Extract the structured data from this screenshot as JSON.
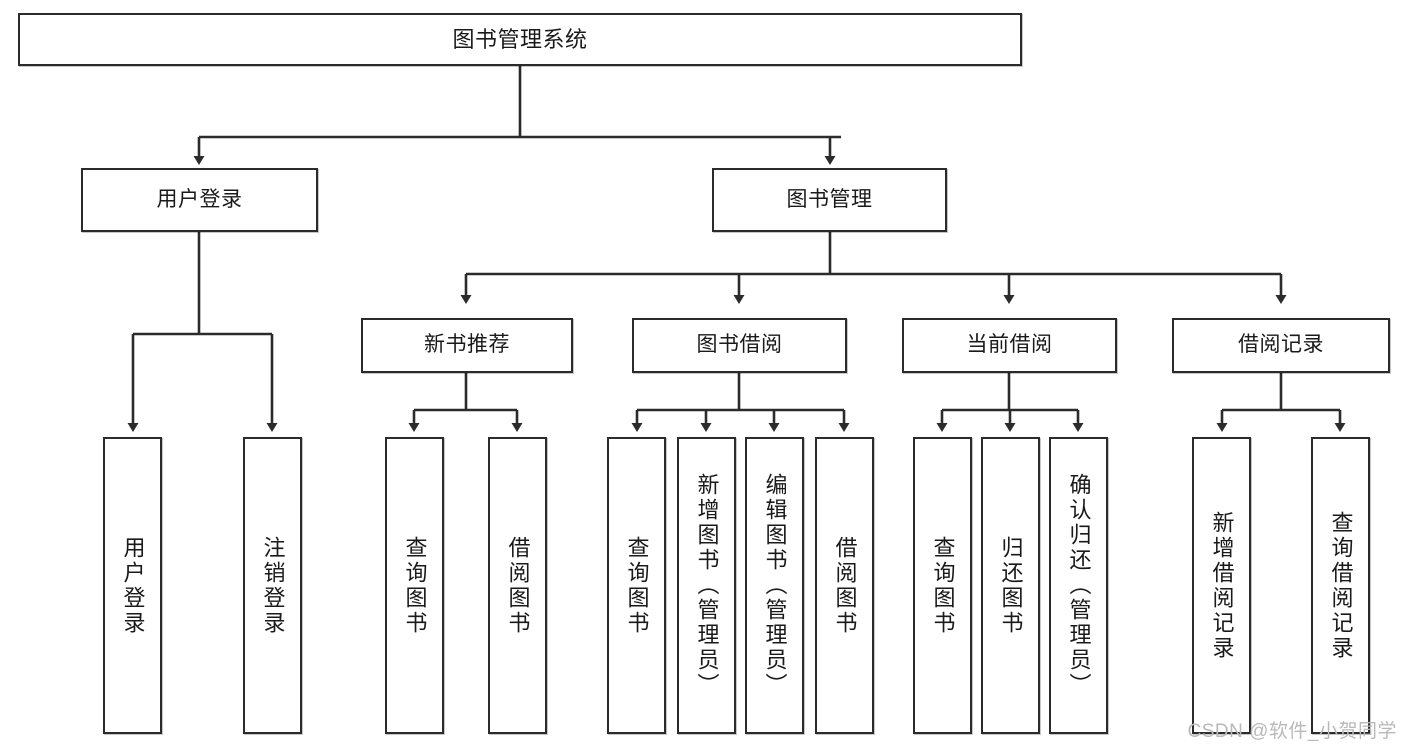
{
  "diagram": {
    "type": "tree-hierarchy",
    "title": "图书管理系统",
    "watermark": "CSDN @软件_小贺同学",
    "levels": {
      "root": {
        "label": "图书管理系统"
      },
      "level2": [
        {
          "id": "user-login",
          "label": "用户登录"
        },
        {
          "id": "book-manage",
          "label": "图书管理"
        }
      ],
      "level3": [
        {
          "id": "new-book-recommend",
          "label": "新书推荐",
          "parent": "book-manage"
        },
        {
          "id": "book-borrow",
          "label": "图书借阅",
          "parent": "book-manage"
        },
        {
          "id": "current-borrow",
          "label": "当前借阅",
          "parent": "book-manage"
        },
        {
          "id": "borrow-record",
          "label": "借阅记录",
          "parent": "book-manage"
        }
      ],
      "leaves": [
        {
          "id": "leaf-1",
          "label": "用户登录",
          "parent": "user-login"
        },
        {
          "id": "leaf-2",
          "label": "注销登录",
          "parent": "user-login"
        },
        {
          "id": "leaf-3",
          "label": "查询图书",
          "parent": "new-book-recommend"
        },
        {
          "id": "leaf-4",
          "label": "借阅图书",
          "parent": "new-book-recommend"
        },
        {
          "id": "leaf-5",
          "label": "查询图书",
          "parent": "book-borrow"
        },
        {
          "id": "leaf-6",
          "label": "新增图书（管理员）",
          "parent": "book-borrow"
        },
        {
          "id": "leaf-7",
          "label": "编辑图书（管理员）",
          "parent": "book-borrow"
        },
        {
          "id": "leaf-8",
          "label": "借阅图书",
          "parent": "book-borrow"
        },
        {
          "id": "leaf-9",
          "label": "查询图书",
          "parent": "current-borrow"
        },
        {
          "id": "leaf-10",
          "label": "归还图书",
          "parent": "current-borrow"
        },
        {
          "id": "leaf-11",
          "label": "确认归还（管理员）",
          "parent": "current-borrow"
        },
        {
          "id": "leaf-12",
          "label": "新增借阅记录",
          "parent": "borrow-record"
        },
        {
          "id": "leaf-13",
          "label": "查询借阅记录",
          "parent": "borrow-record"
        }
      ]
    },
    "colors": {
      "stroke": "#2b2b2b",
      "fill": "#ffffff",
      "text": "#1a1a1a",
      "watermark": "#b9b9b9"
    }
  }
}
